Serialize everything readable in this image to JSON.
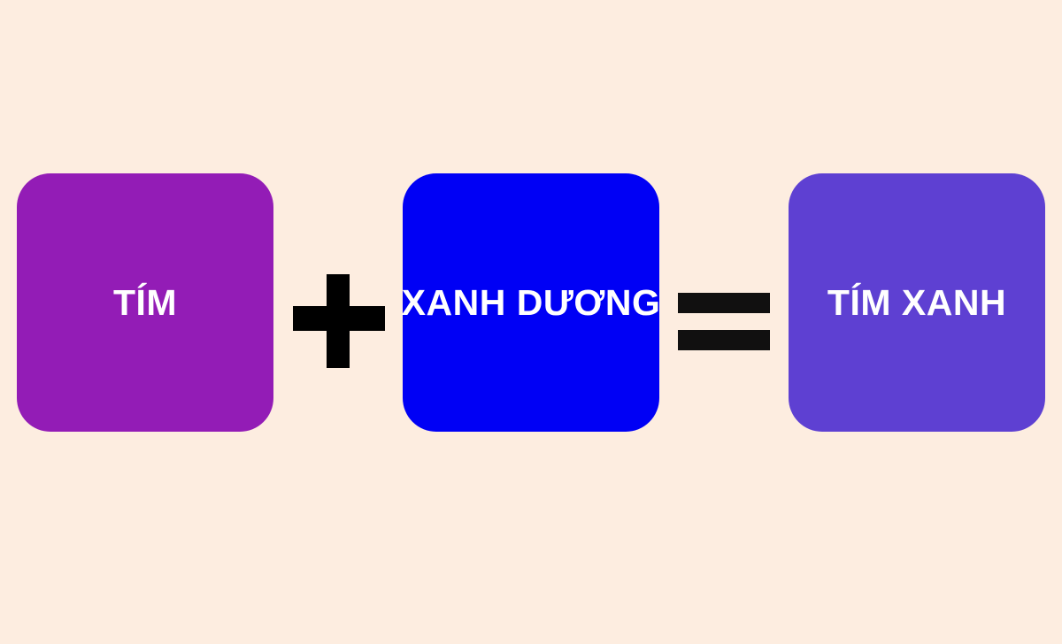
{
  "tiles": [
    {
      "label": "TÍM",
      "color": "#931CB6"
    },
    {
      "label": "XANH DƯƠNG",
      "color": "#0000F5"
    },
    {
      "label": "TÍM XANH",
      "color": "#5E40D2"
    }
  ],
  "operators": {
    "plus": "+",
    "equals": "="
  },
  "colors": {
    "background": "#FDEDE0",
    "operator": "#000000",
    "text": "#FFFFFF"
  }
}
